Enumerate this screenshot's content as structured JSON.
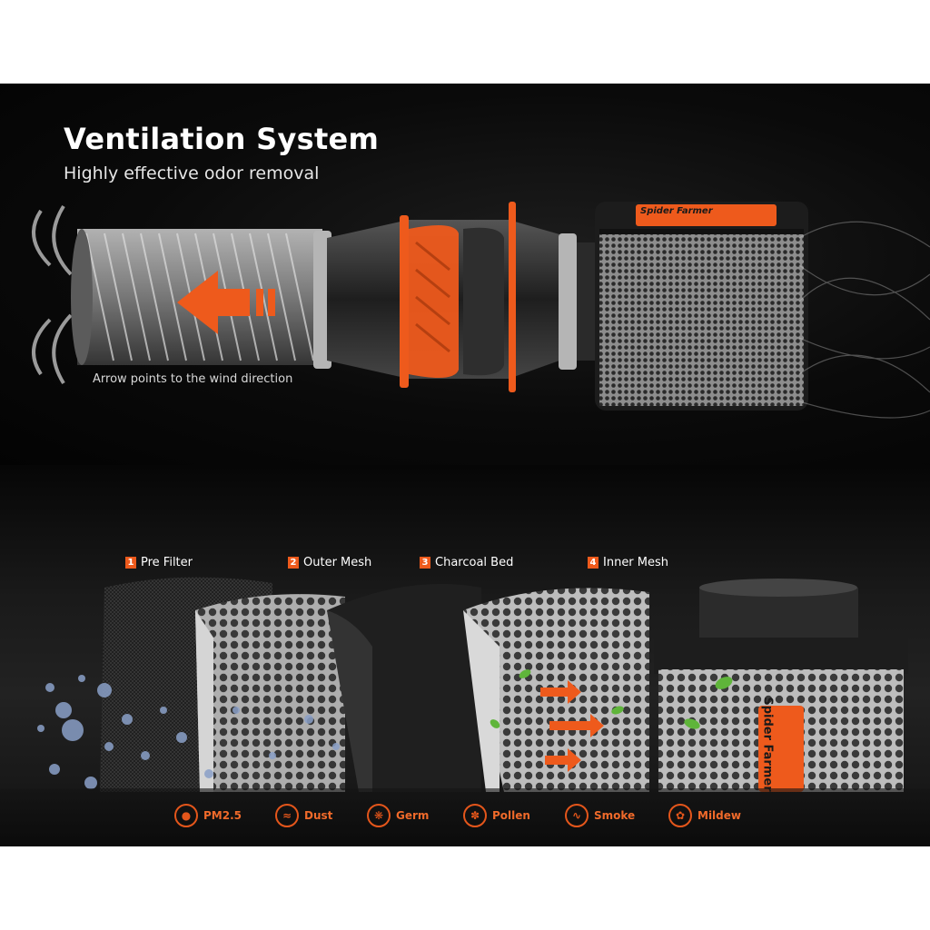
{
  "header": {
    "title": "Ventilation System",
    "subtitle": "Highly effective odor removal",
    "arrow_note": "Arrow points to the wind direction"
  },
  "brand": {
    "logo_text": "Spider Farmer"
  },
  "layers": [
    {
      "num": "1",
      "label": "Pre Filter"
    },
    {
      "num": "2",
      "label": "Outer Mesh"
    },
    {
      "num": "3",
      "label": "Charcoal Bed"
    },
    {
      "num": "4",
      "label": "Inner Mesh"
    }
  ],
  "filters": [
    {
      "label": "PM2.5",
      "icon": "pm25-icon"
    },
    {
      "label": "Dust",
      "icon": "dust-icon"
    },
    {
      "label": "Germ",
      "icon": "germ-icon"
    },
    {
      "label": "Pollen",
      "icon": "pollen-icon"
    },
    {
      "label": "Smoke",
      "icon": "smoke-icon"
    },
    {
      "label": "Mildew",
      "icon": "mildew-icon"
    }
  ],
  "colors": {
    "accent": "#ee5a1c",
    "background": "#050505"
  }
}
